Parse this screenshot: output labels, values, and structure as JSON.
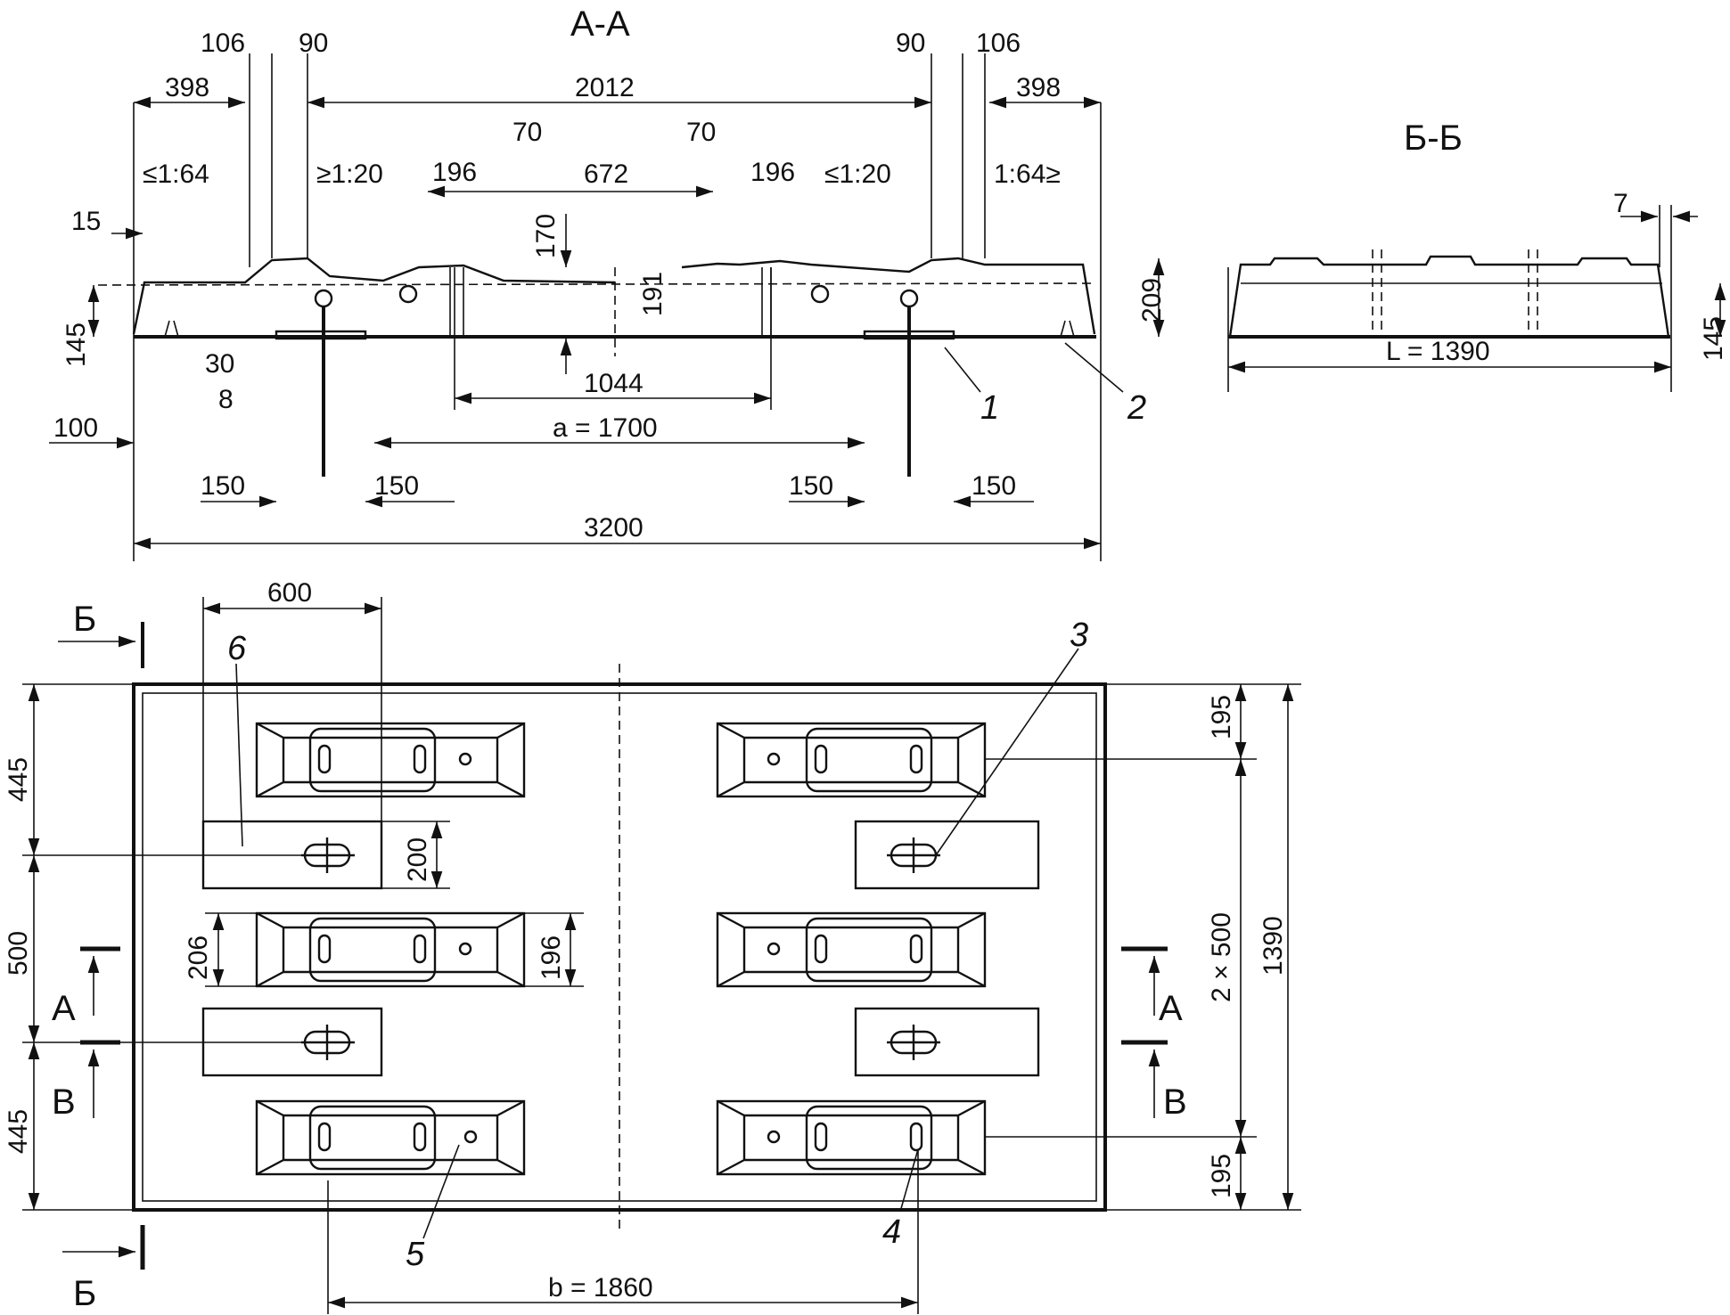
{
  "sections": {
    "aa_title": "А-А",
    "bb_title": "Б-Б"
  },
  "aa": {
    "d106_l": "106",
    "d90_l": "90",
    "d398_l": "398",
    "d2012": "2012",
    "d90_r": "90",
    "d106_r": "106",
    "d398_r": "398",
    "slope_l": "≤1:64",
    "slope_in_l": "≥1:20",
    "d196_l": "196",
    "d70_l": "70",
    "d672": "672",
    "d70_r": "70",
    "d196_r": "196",
    "slope_in_r": "≤1:20",
    "slope_r": "1:64≥",
    "d15": "15",
    "d170": "170",
    "d191": "191",
    "d209": "209",
    "d145": "145",
    "d30": "30",
    "d8": "8",
    "d100": "100",
    "d1044": "1044",
    "d1700": "a = 1700",
    "d150_1": "150",
    "d150_2": "150",
    "d150_3": "150",
    "d150_4": "150",
    "d3200": "3200",
    "callout1": "1",
    "callout2": "2"
  },
  "bb": {
    "d7": "7",
    "d145": "145",
    "dL": "L = 1390"
  },
  "plan": {
    "d600": "600",
    "d445_top": "445",
    "d500": "500",
    "d445_bot": "445",
    "d200": "200",
    "d206": "206",
    "d196": "196",
    "d195_top": "195",
    "d2x500": "2 × 500",
    "d1390": "1390",
    "d195_bot": "195",
    "d1860": "b = 1860",
    "cut_b_top": "Б",
    "cut_b_bot": "Б",
    "cut_a_l": "А",
    "cut_v_l": "В",
    "cut_a_r": "А",
    "cut_v_r": "В",
    "callout3": "3",
    "callout4": "4",
    "callout5": "5",
    "callout6": "6"
  }
}
